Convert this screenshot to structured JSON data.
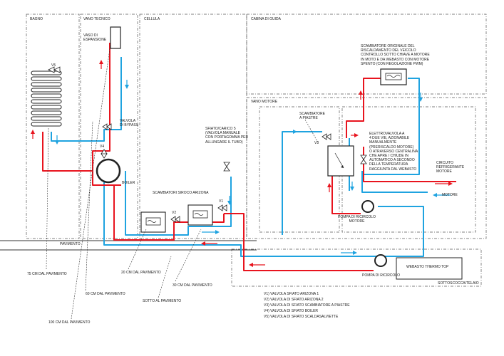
{
  "zones": {
    "bagno": "BAGNO",
    "vano_tecnico": "VANO TECNICO",
    "cellula": "CELLULA",
    "cabina": "CABINA DI GUIDA",
    "vano_motore": "VANO MOTORE",
    "sottoscocca": "SOTTOSCOCCA/TELAIO"
  },
  "components": {
    "vaso_espansione": "VASO DI\nESPANSIONE",
    "valvola_bypass": "VALVOLA\nDI BYPASS",
    "boiler": "BOILER",
    "scambiatori_aria": "SCAMBIATORI SIROCO ARIZONA",
    "sfiato_carico": "SFIATO/CARICO 5\n(VALVOLA MANUALE\nCON PORTAGOMMA PER\nALLUNGARE IL TUBO)",
    "scambiatore_originale": "SCAMBIATORE ORIGINALE DEL\nRISCALDAMENTO DEL VEICOLO\nCONTROLLO SOTTO CHIAVE A MOTORE\nIN MOTO E DA WEBASTO CON MOTORE\nSPENTO (CON REGOLAZIONE PWM)",
    "scambiatore_piastre": "SCAMBIATORE\nA PIASTRE",
    "elettrovalvola": "ELETTROVALVOLA A\n4 DUE VIE, AZIONABILE\nMANUALMENTE\n(PRERISCALDO MOTORE)\nO ATRAVERSO CENTRALINA\nCHE APRE / CHIUDE IN\nAUTOMATICO A SECONDO\nDELLA TEMPERATURA\nRAGGIUNTA DAL WEBASTO",
    "circuito_refrigerante": "CIRCUITO\nREFRIGERANTE\nMOTORE",
    "motore": "MOTORE",
    "pompa_motore": "POMPA DI RICIRCOLO\nMOTORE",
    "pompa": "POMPA DI RICIRCOLO",
    "webasto": "WEBASTO THERMO TOP",
    "pavimento": "PAVIMENTO"
  },
  "valves": {
    "v1": "V1",
    "v2": "V2",
    "v3": "V3",
    "v4": "V4",
    "v5": "V5"
  },
  "distances": {
    "d75": "75 CM DAL PAVIMENTO",
    "d60": "60 CM DAL PAVIMENTO",
    "d100": "100 CM DAL PAVIMENTO",
    "d20": "20 CM DAL PAVIMENTO",
    "d30": "30 CM DAL PAVIMENTO",
    "sotto_boiler": "SOTTO AL PAVIMENTO"
  },
  "legend": [
    "V1) VALVOLA SFIATO ARIZONA 1",
    "V2) VALVOLA DI SFIATO ARIZONA 2",
    "V3) VALVOLA DI SFIATO SCAMBIATORE A PIASTRE",
    "V4) VALVOLA DI SFIATO BOILER",
    "V5) VALVOLA DI SFIATO SCALDASALVIETTE"
  ],
  "colors": {
    "hot": "#e8141e",
    "cold": "#1fa3e0",
    "line": "#333333",
    "dash": "#555555"
  }
}
